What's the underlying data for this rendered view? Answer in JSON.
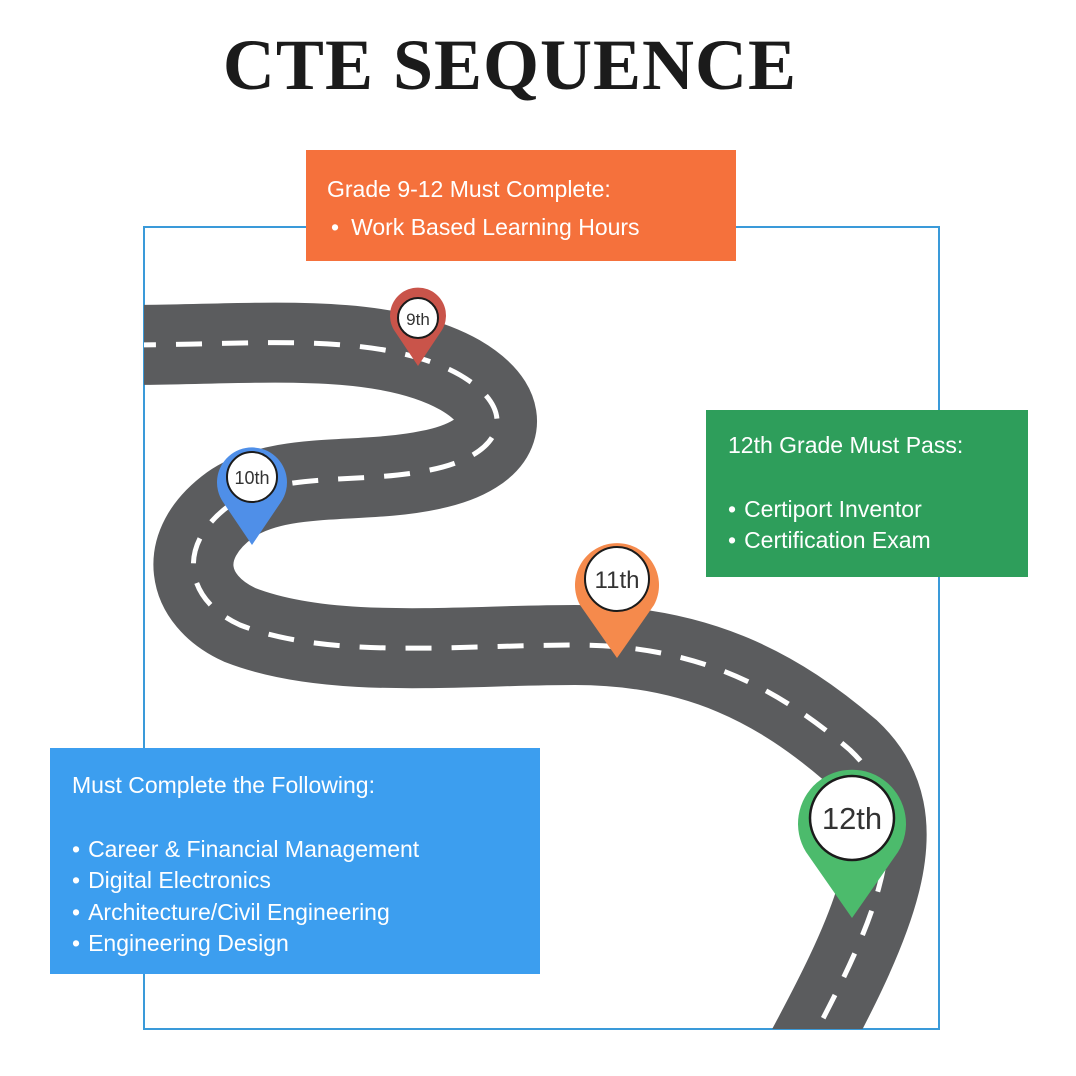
{
  "title": "CTE SEQUENCE",
  "colors": {
    "frame": "#3a9ad9",
    "road": "#5b5c5e",
    "orange": "#f5713c",
    "green": "#2e9e5b",
    "blue": "#3c9eef",
    "pin_9th": "#c9544a",
    "pin_10th": "#4f8fe8",
    "pin_11th": "#f58a4c",
    "pin_12th": "#4cbb6c"
  },
  "pins": {
    "p9": "9th",
    "p10": "10th",
    "p11": "11th",
    "p12": "12th"
  },
  "orange_box": {
    "heading": "Grade 9-12 Must Complete:",
    "items": [
      "Work Based Learning Hours"
    ]
  },
  "green_box": {
    "heading": "12th Grade Must Pass:",
    "items": [
      "Certiport Inventor",
      "Certification Exam"
    ]
  },
  "blue_box": {
    "heading": "Must Complete the Following:",
    "items": [
      "Career & Financial Management",
      "Digital Electronics",
      "Architecture/Civil Engineering",
      "Engineering Design"
    ]
  },
  "bullet": "•"
}
